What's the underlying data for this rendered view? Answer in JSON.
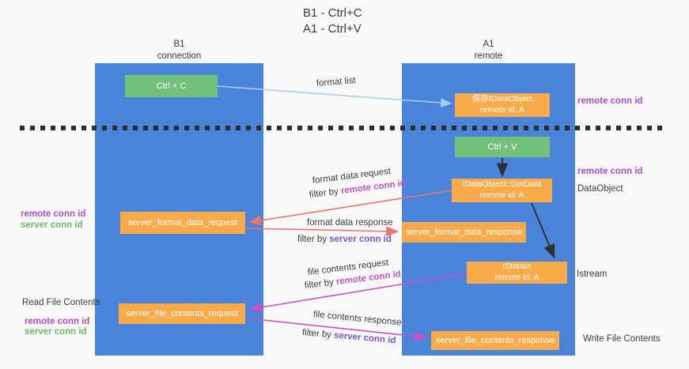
{
  "title": {
    "line1": "B1 - Ctrl+C",
    "line2": "A1 - Ctrl+V"
  },
  "columns": {
    "left": {
      "name": "B1",
      "role": "connection"
    },
    "right": {
      "name": "A1",
      "role": "remote"
    }
  },
  "nodes": {
    "ctrl_c": {
      "label": "Ctrl + C"
    },
    "ctrl_v": {
      "label": "Ctrl + V"
    },
    "save_dataobject": {
      "line1": "保存IDataObject",
      "line2": "remote id: A"
    },
    "getdata": {
      "line1": "IDataObject::GetData",
      "line2": "remote id: A"
    },
    "istream": {
      "line1": "IStream",
      "line2": "remote id: A"
    },
    "format_request": {
      "label": "server_format_data_request"
    },
    "format_response": {
      "label": "server_format_data_response"
    },
    "file_request": {
      "label": "server_file_contents_request"
    },
    "file_response": {
      "label": "server_file_contents_response"
    }
  },
  "edge_labels": {
    "format_list": "format list",
    "format_data_request": "format data request",
    "format_data_response": "format data response",
    "file_contents_request": "file contents request",
    "file_contents_response": "file contents response",
    "filter_by": "filter by ",
    "remote_conn_id": "remote conn id",
    "server_conn_id": "server conn id"
  },
  "side_labels": {
    "remote_conn_id": "remote conn id",
    "server_conn_id": "server conn id",
    "dataobject": "DataObject",
    "istream": "Istream",
    "read_file_contents": "Read File Contents",
    "write_file_contents": "Write File Contents"
  },
  "colors": {
    "blue": "#4a84d8",
    "orange": "#f9ab4b",
    "green": "#73c178",
    "purple": "#ad4fc9",
    "magenta": "#c653c6",
    "violet": "#7a55c9",
    "green-text": "#68bb6c",
    "arrow-red": "#e8746c",
    "arrow-blue": "#a6d0ee",
    "arrow-magenta": "#ca52c8",
    "arrow-black": "#2f2f2f"
  }
}
